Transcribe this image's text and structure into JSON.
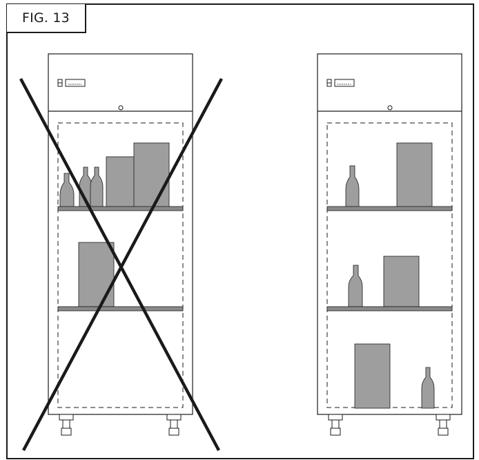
{
  "figure": {
    "label": "FIG. 13"
  },
  "panels": [
    {
      "id": "incorrect-loading",
      "crossed_out": true
    },
    {
      "id": "correct-loading",
      "crossed_out": false
    }
  ],
  "colors": {
    "line": "#1a1a1a",
    "product_fill": "#9e9e9e",
    "shelf_fill": "#8a8a8a",
    "background": "#ffffff"
  },
  "icons": [
    "display-icon",
    "lock-icon",
    "bottle-icon",
    "box-icon",
    "foot-icon",
    "cross-icon"
  ]
}
